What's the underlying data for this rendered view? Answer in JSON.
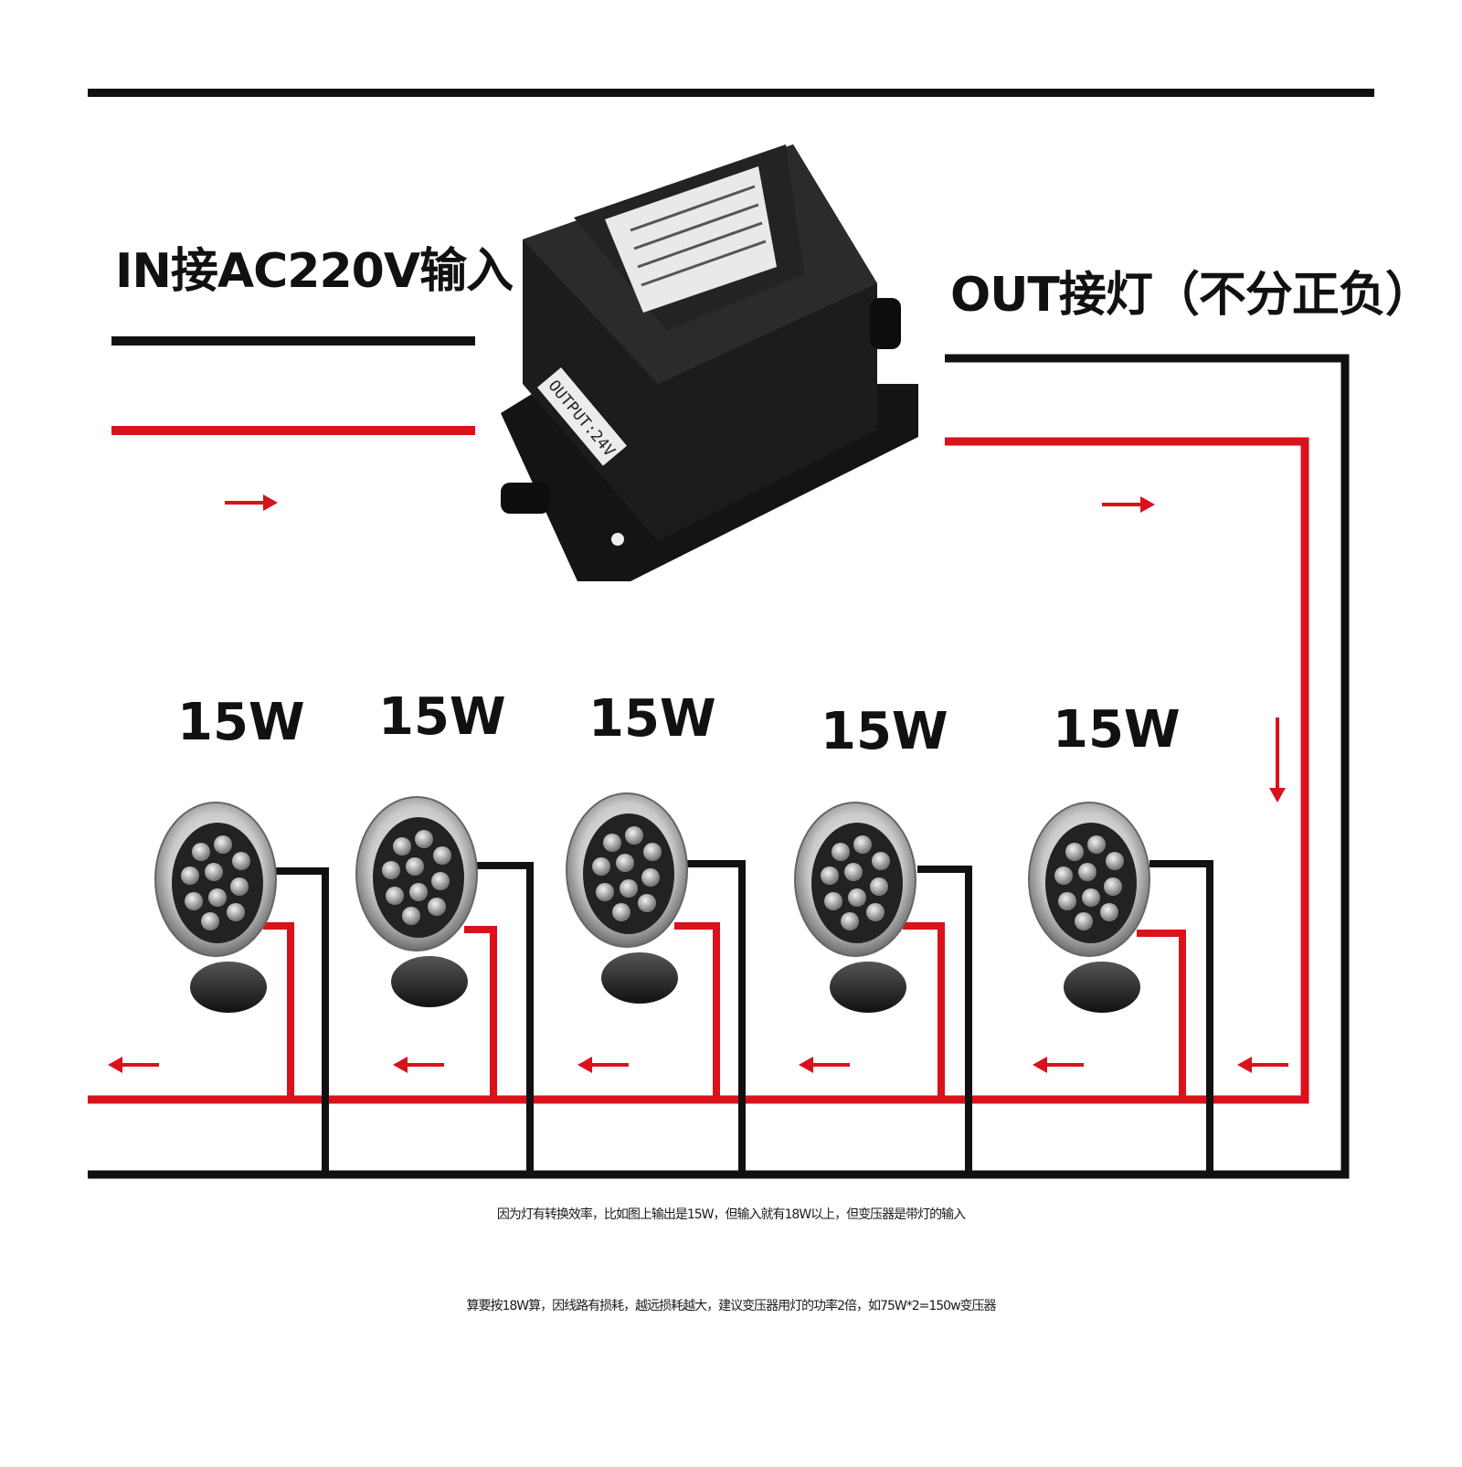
{
  "labels": {
    "input": "IN接AC220V输入",
    "output": "OUT接灯（不分正负）",
    "transformer_tag": "OUTPUT:24V"
  },
  "lamps": [
    {
      "watt": "15W"
    },
    {
      "watt": "15W"
    },
    {
      "watt": "15W"
    },
    {
      "watt": "15W"
    },
    {
      "watt": "15W"
    }
  ],
  "notes": {
    "line1": "因为灯有转换效率，比如图上输出是15W，但输入就有18W以上，但变压器是带灯的输入",
    "line2": "算要按18W算，因线路有损耗，越远损耗越大，建议变压器用灯的功率2倍，如75W*2=150w变压器"
  },
  "colors": {
    "wire_red": "#d9121b",
    "wire_black": "#111111",
    "transformer_body": "#1c1c1c"
  }
}
